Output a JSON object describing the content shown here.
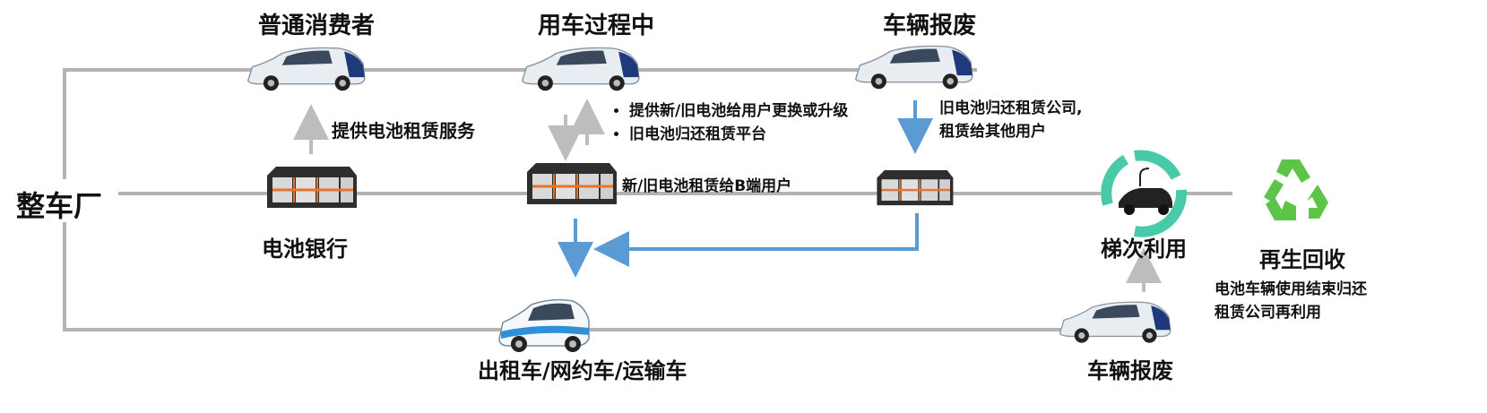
{
  "nodes": {
    "factory": "整车厂",
    "consumer": "普通消费者",
    "in_use": "用车过程中",
    "scrap_top": "车辆报废",
    "battery_bank": "电池银行",
    "cascade": "梯次利用",
    "recycle": "再生回收",
    "fleet": "出租车/网约车/运输车",
    "scrap_bottom": "车辆报废"
  },
  "labels": {
    "lease_service": "提供电池租赁服务",
    "bullets": [
      "提供新/旧电池给用户更换或升级",
      "旧电池归还租赁平台"
    ],
    "b_end_lease": "新/旧电池租赁给B端用户",
    "return_lease": [
      "旧电池归还租赁公司,",
      "租赁给其他用户"
    ],
    "recycle_note": [
      "电池车辆使用结束归还",
      "租赁公司再利用"
    ]
  },
  "colors": {
    "line_gray": "#b3b3b3",
    "arrow_blue": "#5b9bd5",
    "recycle_green": "#5dc44a",
    "cascade_teal": "#48c9a8",
    "car_body": "#e8edf2",
    "car_accent": "#1f3a7a",
    "battery_dark": "#2e2e2e",
    "battery_orange": "#e8742a"
  },
  "icons": [
    "car-icon",
    "battery-pack-icon",
    "recycle-icon",
    "charging-car-icon",
    "taxi-icon"
  ]
}
